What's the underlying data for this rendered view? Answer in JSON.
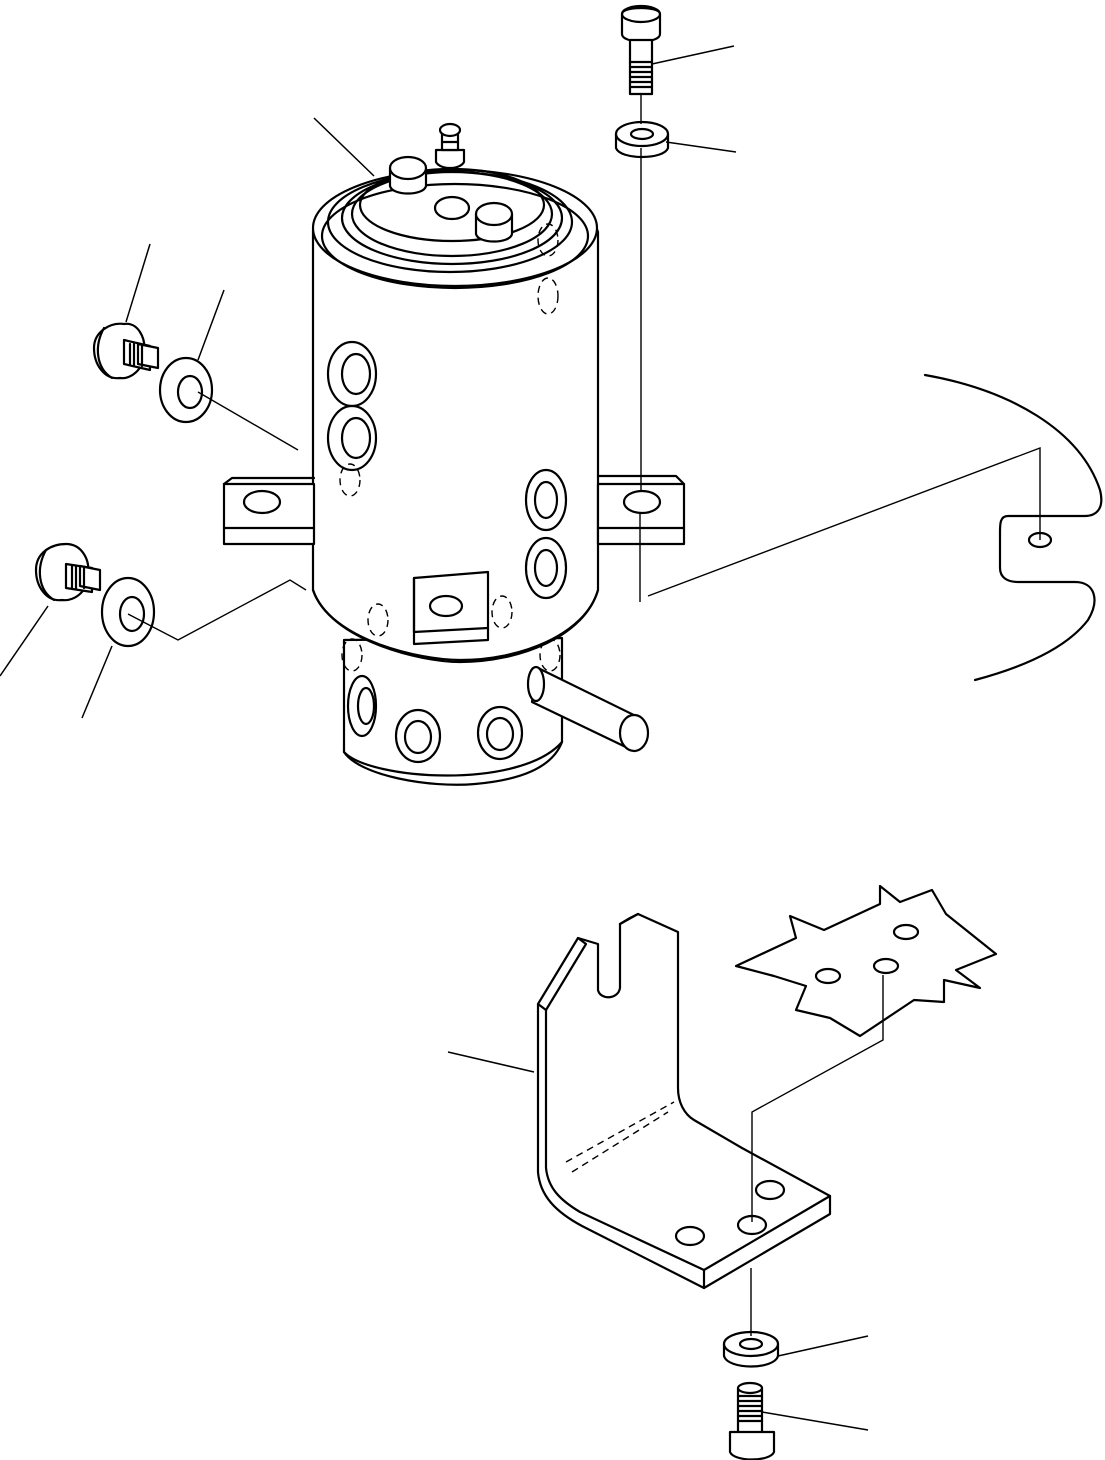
{
  "figure": {
    "parts": [
      {
        "id": "swivel-joint-assembly",
        "label": ""
      },
      {
        "id": "plug-upper",
        "label": ""
      },
      {
        "id": "o-ring-upper",
        "label": ""
      },
      {
        "id": "plug-lower",
        "label": ""
      },
      {
        "id": "o-ring-lower",
        "label": ""
      },
      {
        "id": "bolt-top",
        "label": ""
      },
      {
        "id": "washer-top",
        "label": ""
      },
      {
        "id": "stopper-bracket",
        "label": ""
      },
      {
        "id": "washer-bottom",
        "label": ""
      },
      {
        "id": "bolt-bottom",
        "label": ""
      }
    ]
  }
}
